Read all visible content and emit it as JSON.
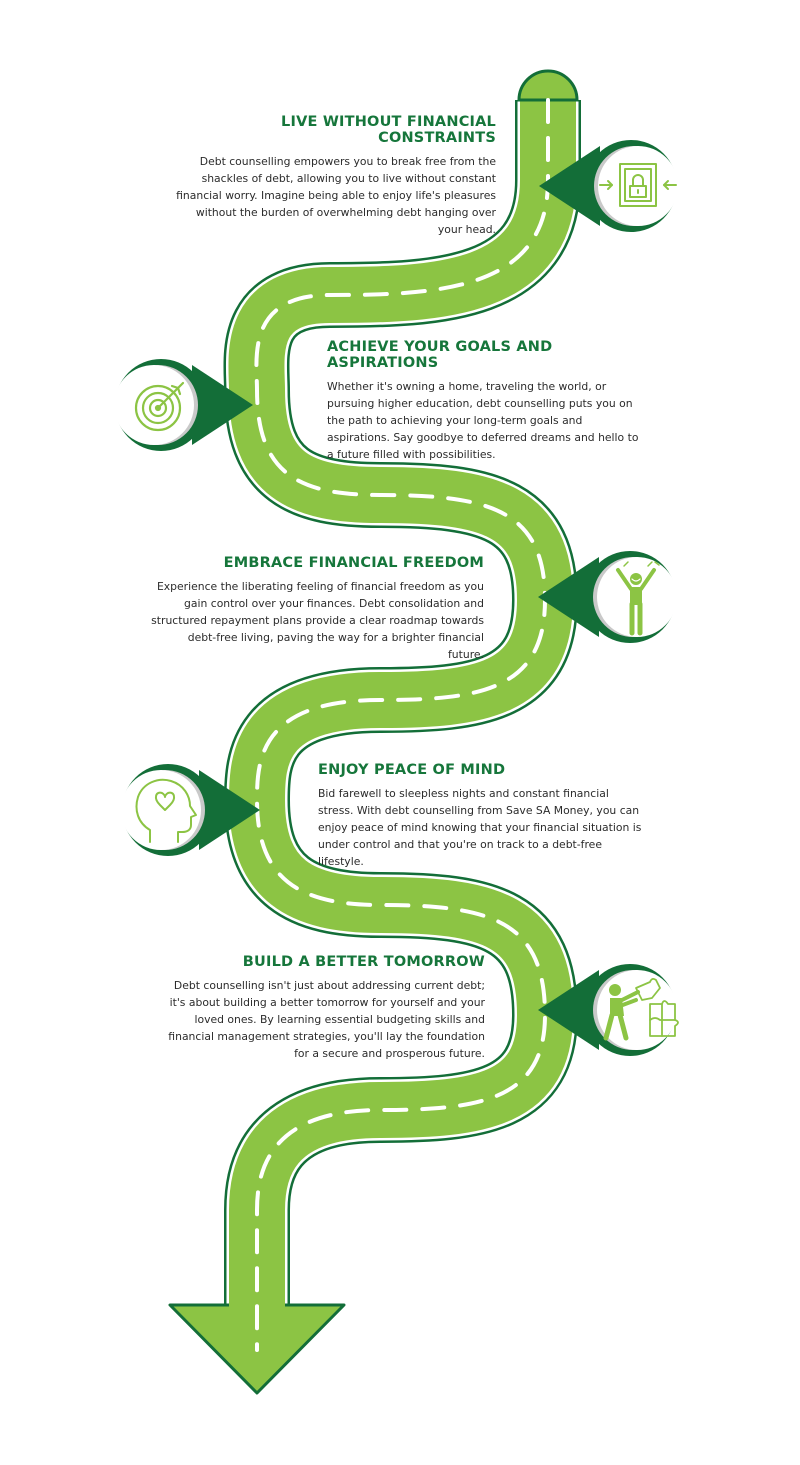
{
  "sections": [
    {
      "title": "LIVE WITHOUT FINANCIAL CONSTRAINTS",
      "body": "Debt counselling empowers you to break free from the shackles of debt, allowing you to live without constant financial worry. Imagine being able to enjoy life's pleasures without the burden of overwhelming debt hanging over your head.",
      "icon": "lock-icon"
    },
    {
      "title": "ACHIEVE YOUR GOALS AND ASPIRATIONS",
      "body": "Whether it's owning a home, traveling the world, or pursuing higher education, debt counselling puts you on the path to achieving your long-term goals and aspirations. Say goodbye to deferred dreams and hello to a future filled with possibilities.",
      "icon": "target-icon"
    },
    {
      "title": "EMBRACE FINANCIAL FREEDOM",
      "body": "Experience the liberating feeling of financial freedom as you gain control over your finances. Debt consolidation and structured repayment plans provide a clear roadmap towards debt-free living, paving the way for a brighter financial future.",
      "icon": "celebrating-person-icon"
    },
    {
      "title": "ENJOY PEACE OF MIND",
      "body": "Bid farewell to sleepless nights and constant financial stress. With debt counselling from Save SA Money, you can enjoy peace of mind knowing that your financial situation is under control and that you're on track to a debt-free lifestyle.",
      "icon": "head-heart-icon"
    },
    {
      "title": "BUILD A BETTER TOMORROW",
      "body": "Debt counselling isn't just about addressing current debt; it's about building a better tomorrow for yourself and your loved ones. By learning essential budgeting skills and financial management strategies, you'll lay the foundation for a secure and prosperous future.",
      "icon": "puzzle-builder-icon"
    }
  ],
  "colors": {
    "road_fill": "#8cc444",
    "road_edge": "#136e38",
    "dash": "#ffffff",
    "title": "#16763b",
    "pin": "#136e38",
    "icon": "#8cc444"
  }
}
